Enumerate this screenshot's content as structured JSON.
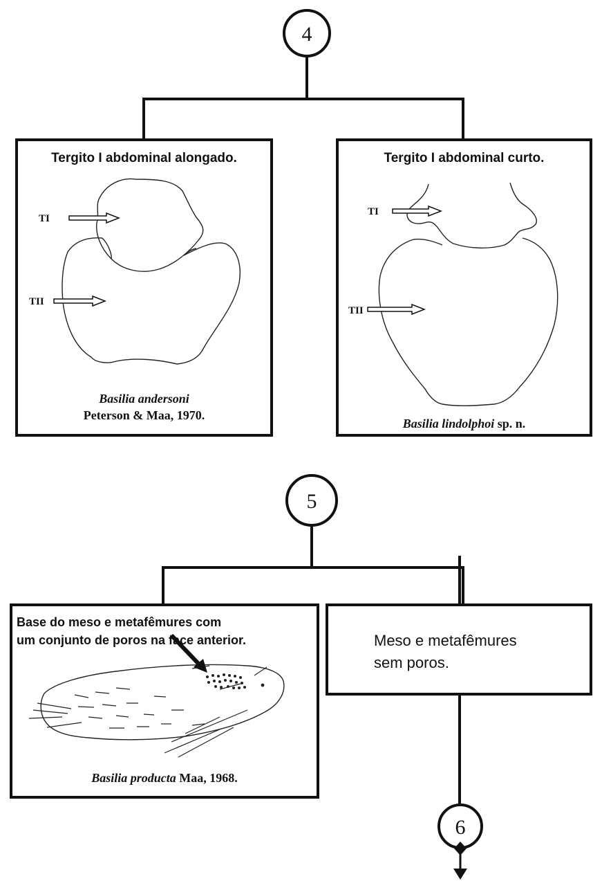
{
  "nodes": {
    "n4": "4",
    "n5": "5",
    "n6": "6"
  },
  "step4": {
    "left": {
      "title": "Tergito I abdominal alongado.",
      "label_t1": "TI",
      "label_t2": "TII",
      "species": "Basilia andersoni",
      "authority": "Peterson & Maa, 1970."
    },
    "right": {
      "title": "Tergito I abdominal curto.",
      "label_t1": "TI",
      "label_t2": "TII",
      "species": "Basilia lindolphoi",
      "authority": "sp. n."
    }
  },
  "step5": {
    "left": {
      "title_line1": "Base do meso e metafêmures com",
      "title_line2": "um conjunto de poros na face anterior.",
      "species": "Basilia producta",
      "authority": "Maa, 1968."
    },
    "right": {
      "text_line1": "Meso e metafêmures",
      "text_line2": "sem poros."
    }
  }
}
